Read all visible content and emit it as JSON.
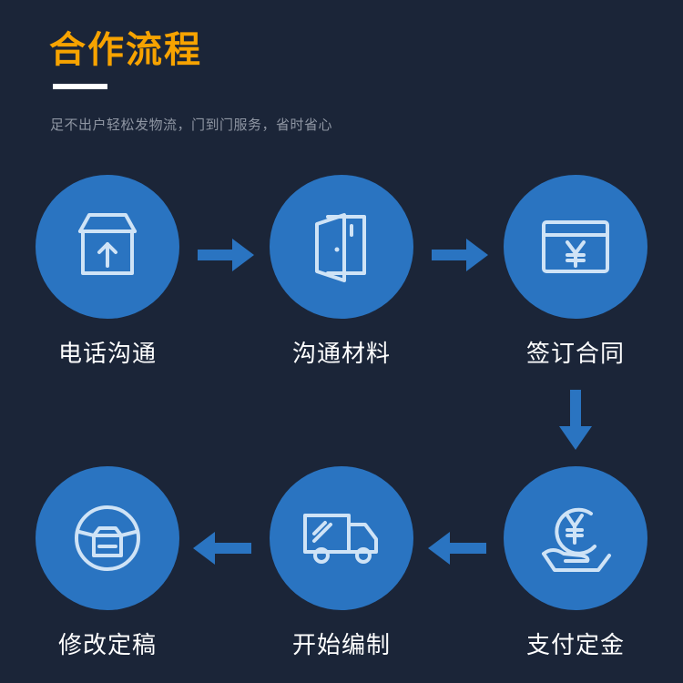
{
  "header": {
    "title": "合作流程",
    "subtitle": "足不出户轻松发物流，门到门服务，省时省心"
  },
  "steps": [
    {
      "label": "电话沟通",
      "icon": "box-upload-icon"
    },
    {
      "label": "沟通材料",
      "icon": "folder-document-icon"
    },
    {
      "label": "签订合同",
      "icon": "yuan-card-icon"
    },
    {
      "label": "支付定金",
      "icon": "hand-coin-icon"
    },
    {
      "label": "开始编制",
      "icon": "delivery-truck-icon"
    },
    {
      "label": "修改定稿",
      "icon": "basket-icon"
    }
  ],
  "colors": {
    "background": "#1b2538",
    "title": "#f7a300",
    "circle": "#2a74c1",
    "arrow": "#2a74c1",
    "icon_stroke": "#cfe3f6"
  }
}
